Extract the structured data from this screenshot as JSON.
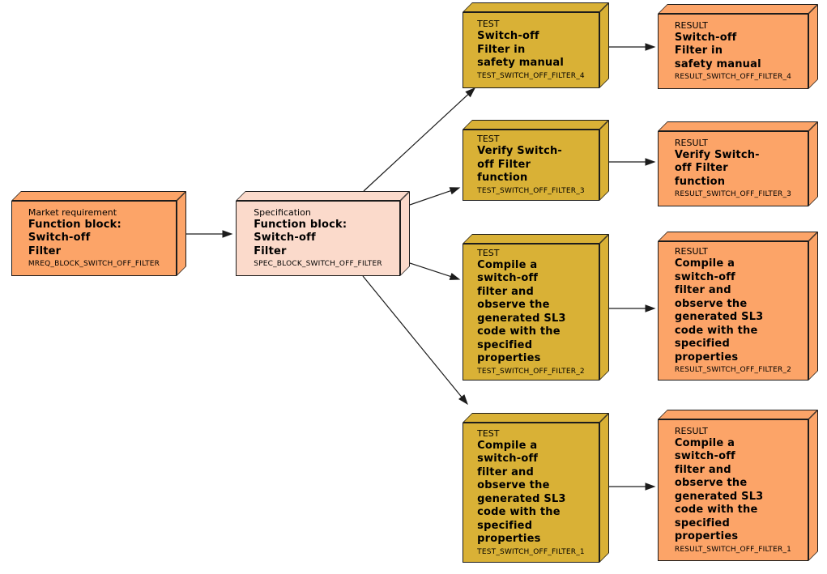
{
  "diagram": {
    "colors": {
      "requirement_fill": "#FCA468",
      "specification_fill": "#FBDACB",
      "test_fill": "#D9B136",
      "result_fill": "#FCA468",
      "outline": "#1c1c1c",
      "arrow": "#1c1c1c",
      "background": "#ffffff"
    },
    "boxes": {
      "mreq": {
        "kind": "Market requirement",
        "title": "Function block:\nSwitch-off\nFilter",
        "id": "MREQ_BLOCK_SWITCH_OFF_FILTER"
      },
      "spec": {
        "kind": "Specification",
        "title": "Function block:\nSwitch-off\nFilter",
        "id": "SPEC_BLOCK_SWITCH_OFF_FILTER"
      },
      "test4": {
        "kind": "TEST",
        "title": "Switch-off\nFilter in\nsafety manual",
        "id": "TEST_SWITCH_OFF_FILTER_4"
      },
      "test3": {
        "kind": "TEST",
        "title": "Verify Switch-\noff Filter\nfunction",
        "id": "TEST_SWITCH_OFF_FILTER_3"
      },
      "test2": {
        "kind": "TEST",
        "title": "Compile a\nswitch-off\nfilter and\nobserve the\ngenerated SL3\ncode with the\nspecified\nproperties",
        "id": "TEST_SWITCH_OFF_FILTER_2"
      },
      "test1": {
        "kind": "TEST",
        "title": "Compile a\nswitch-off\nfilter and\nobserve the\ngenerated SL3\ncode with the\nspecified\nproperties",
        "id": "TEST_SWITCH_OFF_FILTER_1"
      },
      "result4": {
        "kind": "RESULT",
        "title": "Switch-off\nFilter in\nsafety manual",
        "id": "RESULT_SWITCH_OFF_FILTER_4"
      },
      "result3": {
        "kind": "RESULT",
        "title": "Verify Switch-\noff Filter\nfunction",
        "id": "RESULT_SWITCH_OFF_FILTER_3"
      },
      "result2": {
        "kind": "RESULT",
        "title": "Compile a\nswitch-off\nfilter and\nobserve the\ngenerated SL3\ncode with the\nspecified\nproperties",
        "id": "RESULT_SWITCH_OFF_FILTER_2"
      },
      "result1": {
        "kind": "RESULT",
        "title": "Compile a\nswitch-off\nfilter and\nobserve the\ngenerated SL3\ncode with the\nspecified\nproperties",
        "id": "RESULT_SWITCH_OFF_FILTER_1"
      }
    },
    "edges": [
      {
        "from": "MREQ_BLOCK_SWITCH_OFF_FILTER",
        "to": "SPEC_BLOCK_SWITCH_OFF_FILTER"
      },
      {
        "from": "SPEC_BLOCK_SWITCH_OFF_FILTER",
        "to": "TEST_SWITCH_OFF_FILTER_4"
      },
      {
        "from": "SPEC_BLOCK_SWITCH_OFF_FILTER",
        "to": "TEST_SWITCH_OFF_FILTER_3"
      },
      {
        "from": "SPEC_BLOCK_SWITCH_OFF_FILTER",
        "to": "TEST_SWITCH_OFF_FILTER_2"
      },
      {
        "from": "SPEC_BLOCK_SWITCH_OFF_FILTER",
        "to": "TEST_SWITCH_OFF_FILTER_1"
      },
      {
        "from": "TEST_SWITCH_OFF_FILTER_4",
        "to": "RESULT_SWITCH_OFF_FILTER_4"
      },
      {
        "from": "TEST_SWITCH_OFF_FILTER_3",
        "to": "RESULT_SWITCH_OFF_FILTER_3"
      },
      {
        "from": "TEST_SWITCH_OFF_FILTER_2",
        "to": "RESULT_SWITCH_OFF_FILTER_2"
      },
      {
        "from": "TEST_SWITCH_OFF_FILTER_1",
        "to": "RESULT_SWITCH_OFF_FILTER_1"
      }
    ]
  }
}
